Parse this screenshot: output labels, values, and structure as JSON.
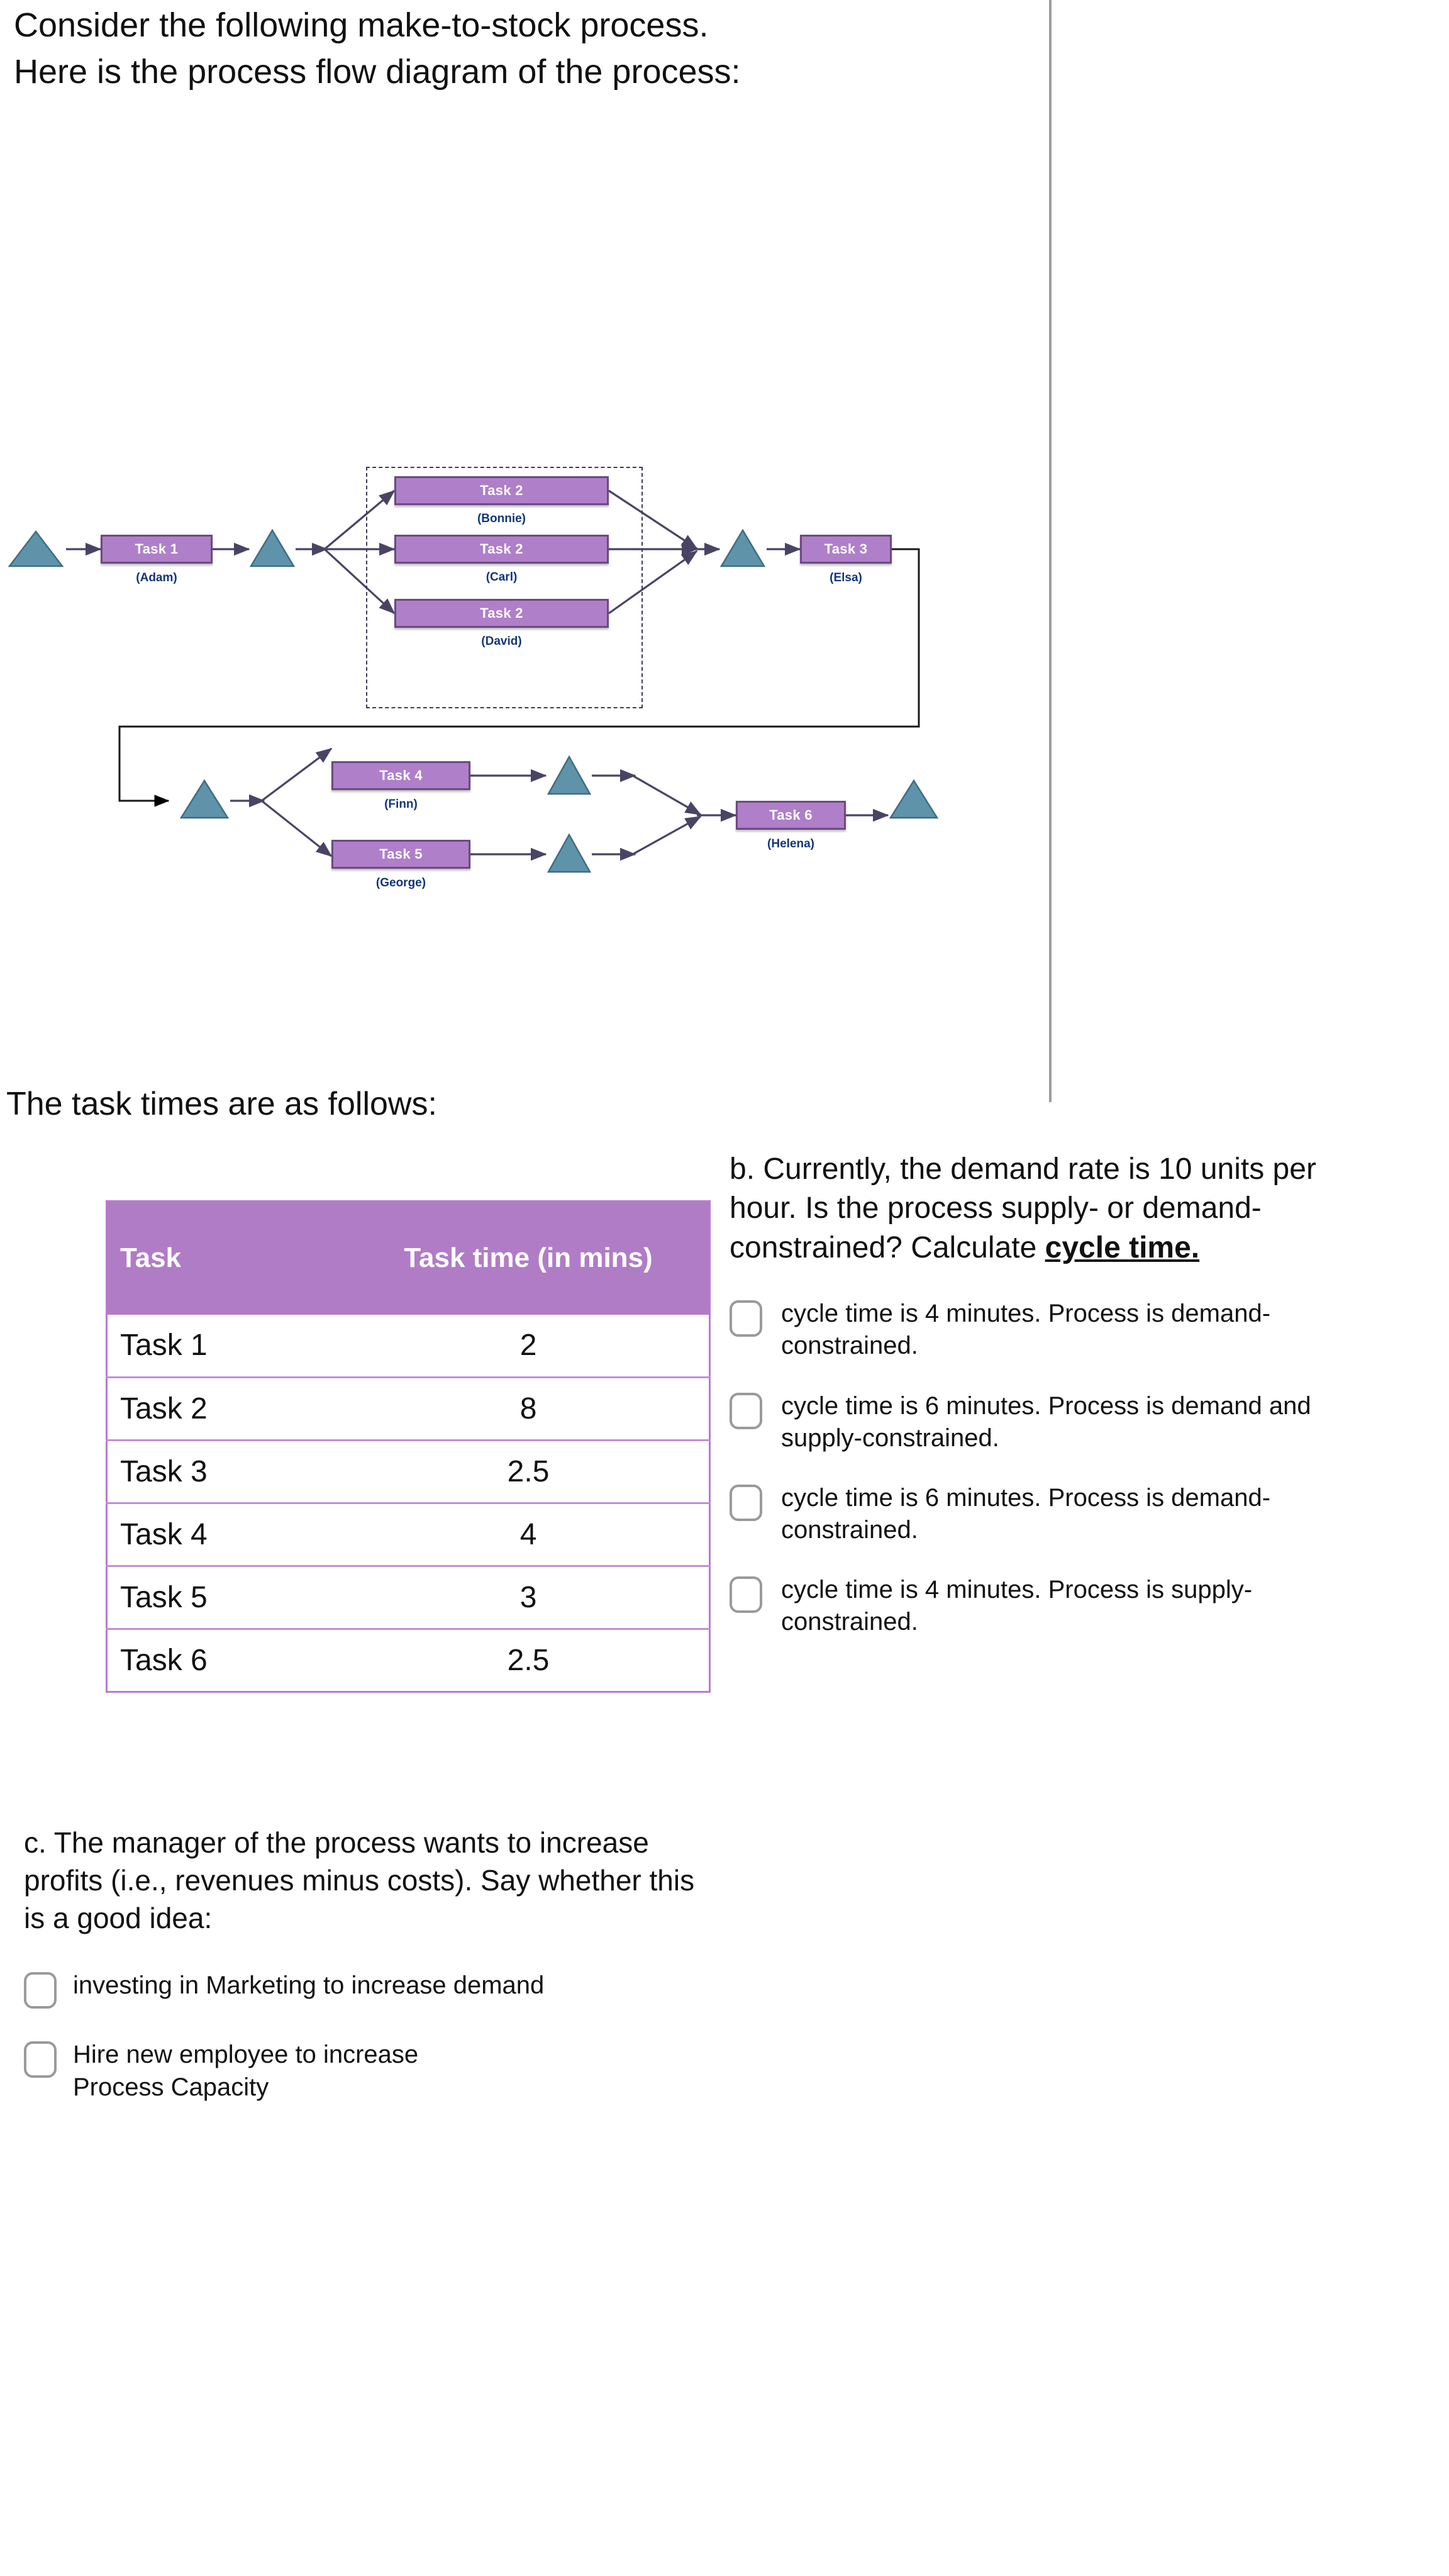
{
  "intro": {
    "line1": "Consider the following make-to-stock process.",
    "line2": "Here is the process flow diagram of the process:"
  },
  "diagram": {
    "caption": "process-flow-diagram",
    "colors": {
      "task_box_fill": "#af7fc9",
      "task_box_border": "#6b4a80",
      "buffer_fill": "#5e93aa",
      "buffer_border": "#3e6d82",
      "arrow": "#4a4464",
      "label_text": "#12357a",
      "group_dash": "#3b3b57"
    },
    "nodes": [
      {
        "id": "buffer-0",
        "type": "buffer",
        "label": ""
      },
      {
        "id": "task-1",
        "type": "task",
        "label": "Task 1",
        "operator": "(Adam)"
      },
      {
        "id": "buffer-1",
        "type": "buffer",
        "label": ""
      },
      {
        "id": "task-2a",
        "type": "task",
        "label": "Task 2",
        "operator": "(Bonnie)"
      },
      {
        "id": "task-2b",
        "type": "task",
        "label": "Task 2",
        "operator": "(Carl)"
      },
      {
        "id": "task-2c",
        "type": "task",
        "label": "Task 2",
        "operator": "(David)"
      },
      {
        "id": "buffer-2",
        "type": "buffer",
        "label": ""
      },
      {
        "id": "task-3",
        "type": "task",
        "label": "Task 3",
        "operator": "(Elsa)"
      },
      {
        "id": "buffer-3",
        "type": "buffer",
        "label": ""
      },
      {
        "id": "task-4",
        "type": "task",
        "label": "Task 4",
        "operator": "(Finn)"
      },
      {
        "id": "task-5",
        "type": "task",
        "label": "Task 5",
        "operator": "(George)"
      },
      {
        "id": "buffer-4",
        "type": "buffer",
        "label": ""
      },
      {
        "id": "buffer-5",
        "type": "buffer",
        "label": ""
      },
      {
        "id": "task-6",
        "type": "task",
        "label": "Task 6",
        "operator": "(Helena)"
      },
      {
        "id": "buffer-6",
        "type": "buffer",
        "label": ""
      }
    ]
  },
  "task_times_heading": "The task times are as follows:",
  "table": {
    "headers": [
      "Task",
      "Task time (in mins)"
    ],
    "rows": [
      {
        "task": "Task 1",
        "time": "2"
      },
      {
        "task": "Task 2",
        "time": "8"
      },
      {
        "task": "Task 3",
        "time": "2.5"
      },
      {
        "task": "Task 4",
        "time": "4"
      },
      {
        "task": "Task 5",
        "time": "3"
      },
      {
        "task": "Task 6",
        "time": "2.5"
      }
    ]
  },
  "question_b": {
    "prompt_part1": "b. Currently, the demand rate is 10 units per hour. Is the process supply- or demand-constrained? Calculate ",
    "prompt_emphasis": "cycle time.",
    "options": [
      "cycle time is 4 minutes. Process is demand-constrained.",
      "cycle time is 6 minutes.  Process is demand and supply-constrained.",
      "cycle time is 6 minutes.  Process is demand-constrained.",
      "cycle time is 4 minutes.  Process is supply-constrained."
    ]
  },
  "question_c": {
    "prompt": "c. The manager of the process wants to increase profits (i.e., revenues minus costs).  Say whether this is a good idea:",
    "options": [
      "investing in Marketing to increase demand",
      "Hire new employee to increase Process Capacity"
    ]
  }
}
